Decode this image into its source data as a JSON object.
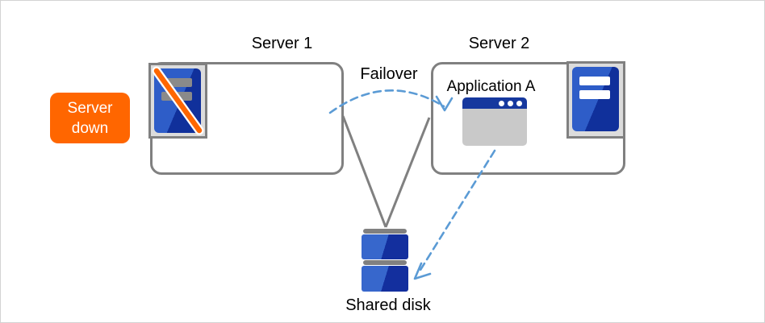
{
  "badge": {
    "label": "Server down",
    "color": "#FF6600"
  },
  "server1": {
    "label": "Server 1",
    "status": "down"
  },
  "server2": {
    "label": "Server 2",
    "status": "up",
    "application_label": "Application A"
  },
  "failover": {
    "label": "Failover"
  },
  "shared_disk": {
    "label": "Shared disk"
  },
  "colors": {
    "accent_orange": "#FF6600",
    "arrow_blue": "#5B9BD5",
    "server_blue_light": "#2E5DC8",
    "server_blue_dark": "#10309B",
    "app_titlebar_blue": "#16389E",
    "app_body_gray": "#C9C9C9",
    "connector_gray": "#808080",
    "icon_panel_gray": "#DCDCDC",
    "frame_border_gray": "#D3D3D3"
  },
  "icons": {
    "server1": "server-tower-down-icon",
    "server2": "server-tower-icon",
    "application": "application-window-icon",
    "shared_disk": "disk-stack-icon",
    "failover": "dashed-arc-arrow-icon",
    "app_to_disk": "dashed-arrow-icon"
  }
}
